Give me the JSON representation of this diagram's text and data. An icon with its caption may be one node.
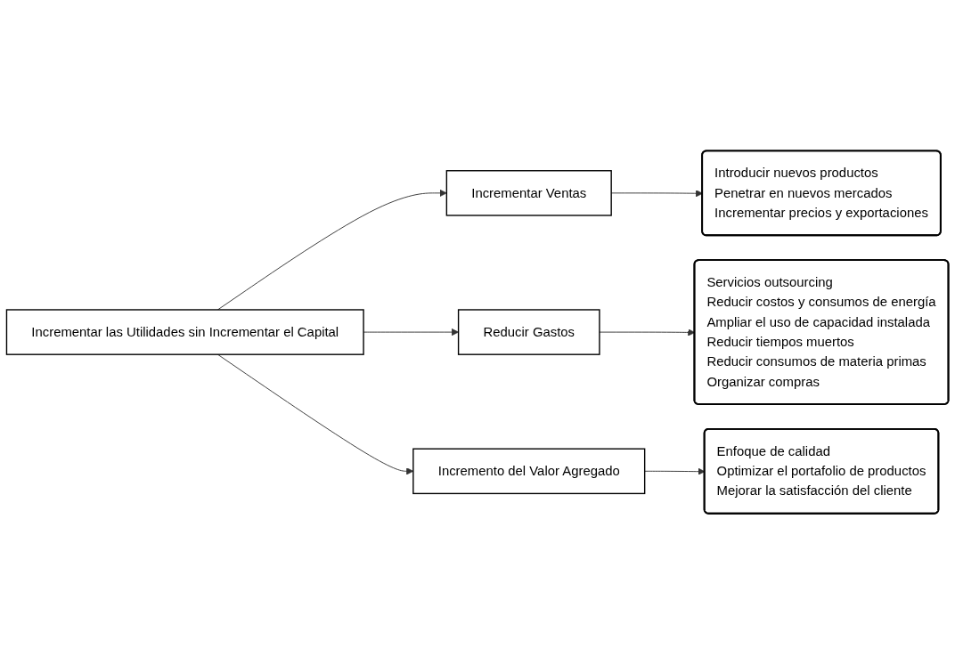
{
  "diagram": {
    "nodes": [
      {
        "text": [
          "Incrementar las Utilidades sin Incrementar el Capital"
        ]
      },
      {
        "text": [
          "Incrementar Ventas"
        ]
      },
      {
        "text": [
          "Introducir nuevos productos",
          "Penetrar en nuevos mercados",
          "Incrementar precios y exportaciones"
        ]
      },
      {
        "text": [
          "Reducir Gastos"
        ]
      },
      {
        "text": [
          "Servicios outsourcing",
          "Reducir costos y consumos de energía",
          "Ampliar el uso de capacidad instalada",
          "Reducir tiempos muertos",
          "Reducir consumos de materia primas",
          "Organizar compras"
        ]
      },
      {
        "text": [
          "Incremento del Valor Agregado"
        ]
      },
      {
        "text": [
          "Enfoque de calidad",
          "Optimizar el portafolio de productos",
          "Mejorar la satisfacción del cliente"
        ]
      }
    ],
    "edges": [
      {
        "from": 0,
        "to": 1,
        "arrow": "to"
      },
      {
        "from": 1,
        "to": 2,
        "arrow": "to"
      },
      {
        "from": 0,
        "to": 3,
        "arrow": "to"
      },
      {
        "from": 3,
        "to": 4,
        "arrow": "to"
      },
      {
        "from": 0,
        "to": 5,
        "arrow": "to"
      },
      {
        "from": 5,
        "to": 6,
        "arrow": "to"
      }
    ]
  }
}
